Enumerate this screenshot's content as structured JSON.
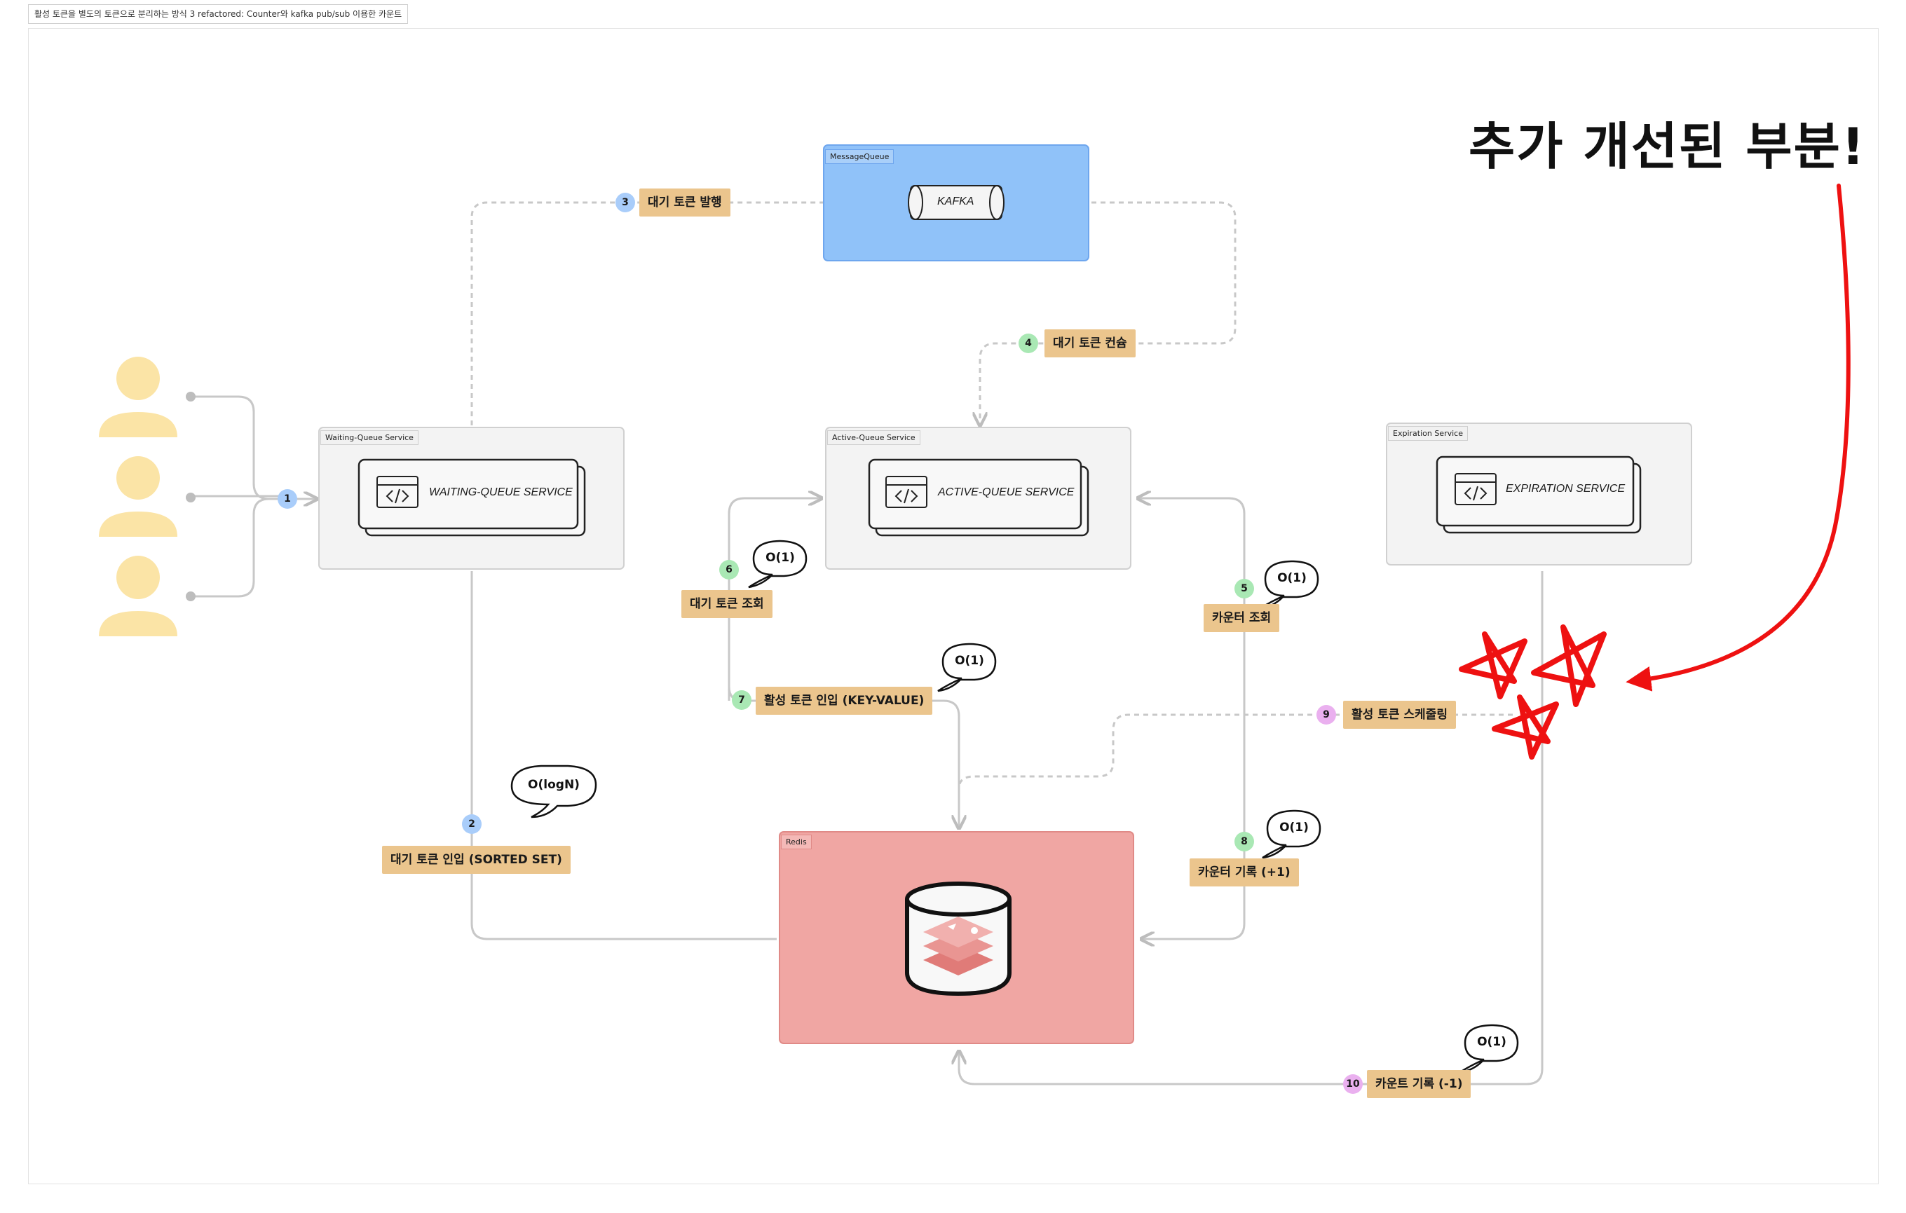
{
  "frame": {
    "title": "활성 토큰을 별도의 토큰으로 분리하는 방식 3 refactored: Counter와 kafka pub/sub 이용한 카운트"
  },
  "annotation": {
    "headline": "추가 개선된 부분!",
    "color": "#ee1111"
  },
  "nodes": {
    "message_queue": {
      "label": "MessageQueue",
      "service": "KAFKA",
      "color": "#90c2f9"
    },
    "waiting_queue": {
      "label": "Waiting-Queue Service",
      "service": "WAITING-QUEUE SERVICE"
    },
    "active_queue": {
      "label": "Active-Queue Service",
      "service": "ACTIVE-QUEUE SERVICE"
    },
    "expiration": {
      "label": "Expiration Service",
      "service": "EXPIRATION SERVICE"
    },
    "redis": {
      "label": "Redis",
      "color": "#f0a6a3"
    }
  },
  "users": {
    "count": 3,
    "color": "#fbe4a6"
  },
  "steps": [
    {
      "num": "1",
      "label": "",
      "badge_color": "#a9cdfa"
    },
    {
      "num": "2",
      "label": "대기 토큰 인입 (SORTED SET)",
      "complexity": "O(logN)",
      "badge_color": "#a9cdfa"
    },
    {
      "num": "3",
      "label": "대기 토큰 발행",
      "badge_color": "#a9cdfa"
    },
    {
      "num": "4",
      "label": "대기 토큰 컨슘",
      "badge_color": "#a9e8b4"
    },
    {
      "num": "5",
      "label": "카운터 조회",
      "complexity": "O(1)",
      "badge_color": "#a9e8b4"
    },
    {
      "num": "6",
      "label": "대기 토큰 조회",
      "complexity": "O(1)",
      "badge_color": "#a9e8b4"
    },
    {
      "num": "7",
      "label": "활성 토큰 인입 (KEY-VALUE)",
      "complexity": "O(1)",
      "badge_color": "#a9e8b4"
    },
    {
      "num": "8",
      "label": "카운터 기록 (+1)",
      "complexity": "O(1)",
      "badge_color": "#a9e8b4"
    },
    {
      "num": "9",
      "label": "활성 토큰 스케줄링",
      "badge_color": "#eab0ef"
    },
    {
      "num": "10",
      "label": "카운트 기록 (-1)",
      "complexity": "O(1)",
      "badge_color": "#eab0ef"
    }
  ]
}
